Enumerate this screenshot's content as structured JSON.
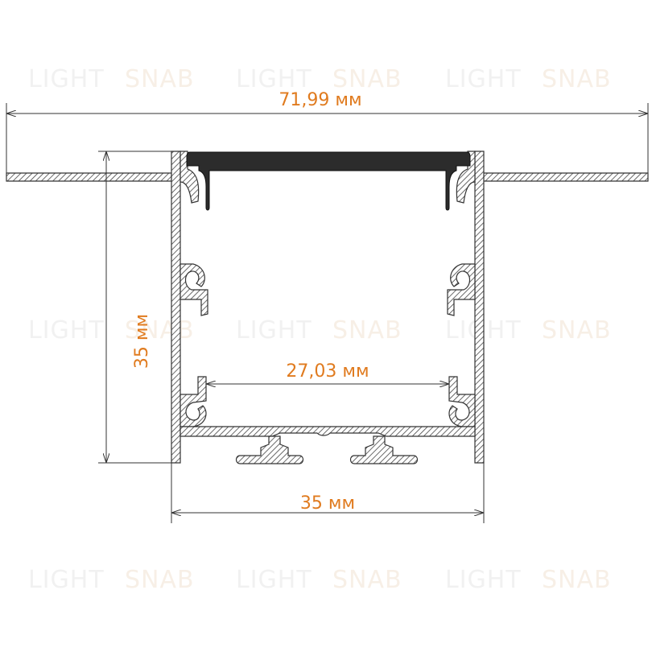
{
  "watermark": {
    "word1": "LIGHT",
    "word2": "SNAB"
  },
  "dimensions": {
    "overall_width": "71,99 мм",
    "height": "35 мм",
    "inner_width": "27,03 мм",
    "body_width": "35 мм"
  },
  "colors": {
    "accent": "#e07b1f",
    "outline": "#333333",
    "diffuser": "#2c2c2c",
    "hatch": "#444444"
  }
}
